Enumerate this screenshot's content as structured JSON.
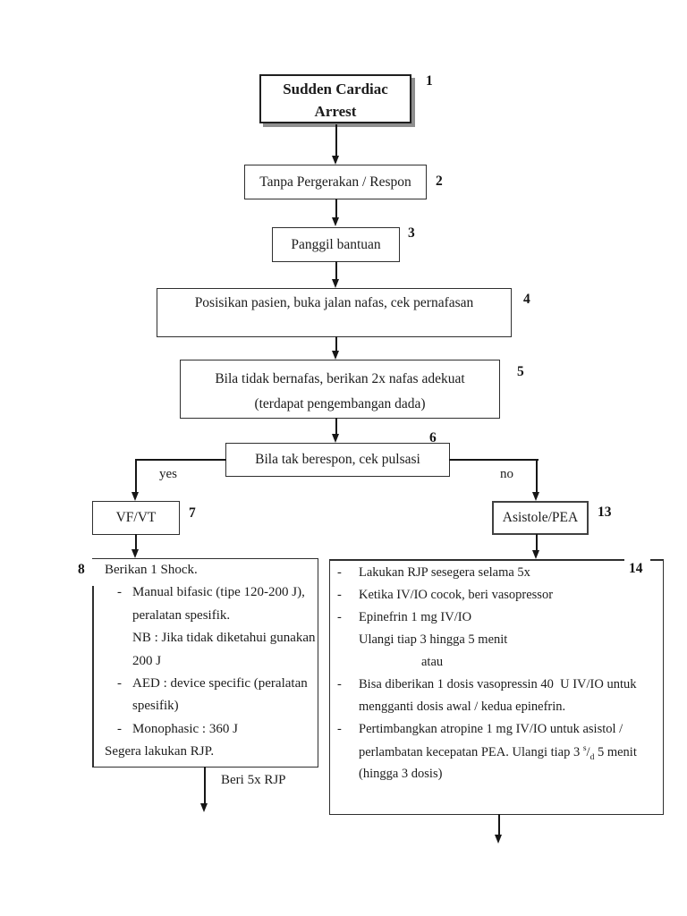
{
  "page": {
    "background": "#ffffff",
    "ink": "#1c1c1c",
    "shadow": "#8e8e8e"
  },
  "nodes": {
    "n1": {
      "num": "1",
      "line1": "Sudden Cardiac",
      "line2": "Arrest"
    },
    "n2": {
      "num": "2",
      "label": "Tanpa Pergerakan / Respon"
    },
    "n3": {
      "num": "3",
      "label": "Panggil bantuan"
    },
    "n4": {
      "num": "4",
      "label": "Posisikan pasien, buka jalan nafas, cek pernafasan"
    },
    "n5": {
      "num": "5",
      "line1": "Bila tidak bernafas, berikan 2x nafas adekuat",
      "line2": "(terdapat pengembangan dada)"
    },
    "n6": {
      "num": "6",
      "label": "Bila tak berespon, cek pulsasi"
    },
    "n7": {
      "num": "7",
      "label": "VF/VT"
    },
    "n13": {
      "num": "13",
      "label": "Asistole/PEA"
    },
    "n8": {
      "num": "8",
      "lines": [
        {
          "indent": "l0",
          "text": "Berikan 1 Shock."
        },
        {
          "indent": "dash",
          "text": "Manual bifasic (tipe 120-200 J),"
        },
        {
          "indent": "cont",
          "text": "peralatan spesifik."
        },
        {
          "indent": "cont",
          "text": "NB : Jika tidak diketahui gunakan"
        },
        {
          "indent": "cont",
          "text": "200 J"
        },
        {
          "indent": "dash",
          "text": "AED : device specific (peralatan"
        },
        {
          "indent": "cont",
          "text": "spesifik)"
        },
        {
          "indent": "dash",
          "text": "Monophasic : 360 J"
        },
        {
          "indent": "l0",
          "text": "Segera lakukan RJP."
        }
      ]
    },
    "n14": {
      "num": "14",
      "lines": [
        {
          "indent": "dash",
          "text": "Lakukan RJP sesegera selama 5x"
        },
        {
          "indent": "dash",
          "text": "Ketika IV/IO cocok, beri vasopressor"
        },
        {
          "indent": "dash",
          "text": "Epinefrin 1 mg IV/IO"
        },
        {
          "indent": "cont",
          "text": "Ulangi tiap 3 hingga 5 menit"
        },
        {
          "indent": "deep",
          "text": "atau"
        },
        {
          "indent": "dash",
          "text": "Bisa diberikan 1 dosis vasopressin 40  U IV/IO untuk"
        },
        {
          "indent": "cont",
          "text": "mengganti dosis awal / kedua epinefrin."
        },
        {
          "indent": "dash",
          "text": "Pertimbangkan atropine 1 mg IV/IO untuk asistol /"
        },
        {
          "indent": "cont",
          "parts": [
            {
              "t": "perlambatan kecepatan PEA. Ulangi tiap 3 "
            },
            {
              "sup": "s"
            },
            {
              "t": "/"
            },
            {
              "sub": "d"
            },
            {
              "t": " 5 menit"
            }
          ]
        },
        {
          "indent": "cont",
          "text": "(hingga 3 dosis)"
        }
      ]
    }
  },
  "labels": {
    "yes": "yes",
    "no": "no",
    "beri": "Beri 5x RJP"
  }
}
